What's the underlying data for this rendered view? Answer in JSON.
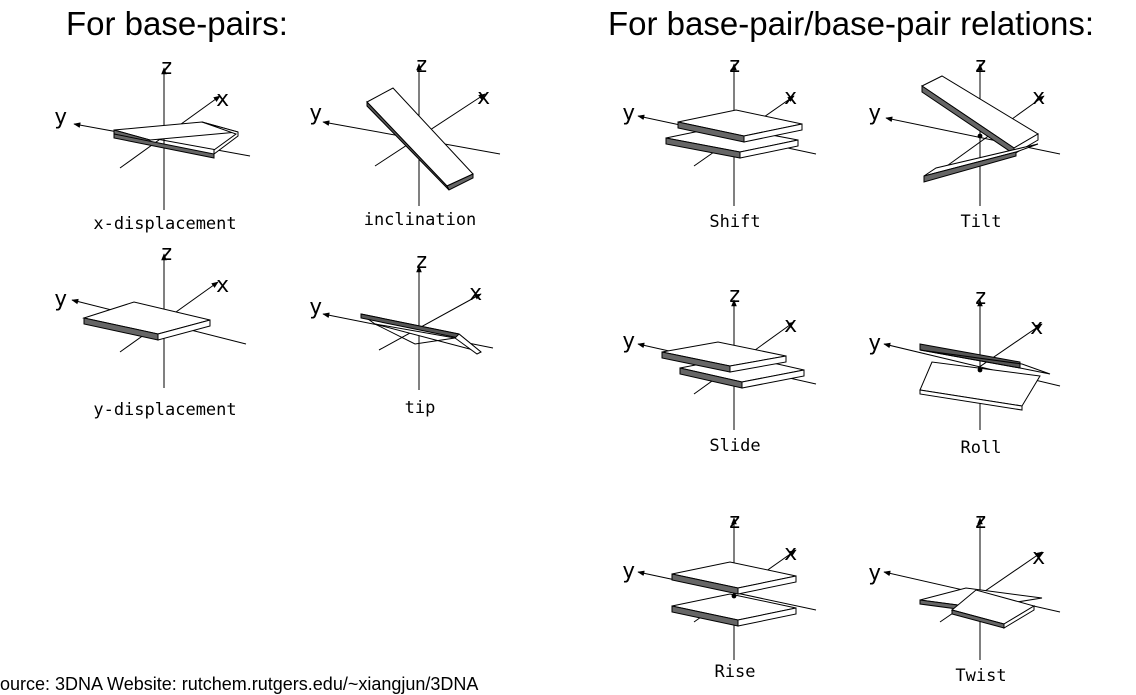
{
  "headings": {
    "left": "For base-pairs:",
    "right": "For base-pair/base-pair relations:"
  },
  "axis_labels": {
    "x": "x",
    "y": "y",
    "z": "z"
  },
  "panels": {
    "x_displacement": "x-displacement",
    "inclination": "inclination",
    "y_displacement": "y-displacement",
    "tip": "tip",
    "shift": "Shift",
    "tilt": "Tilt",
    "slide": "Slide",
    "roll": "Roll",
    "rise": "Rise",
    "twist": "Twist"
  },
  "source": "ource: 3DNA Website: rutchem.rutgers.edu/~xiangjun/3DNA",
  "colors": {
    "ink": "#000000",
    "edge_fill": "#666666",
    "face_fill": "#ffffff"
  }
}
